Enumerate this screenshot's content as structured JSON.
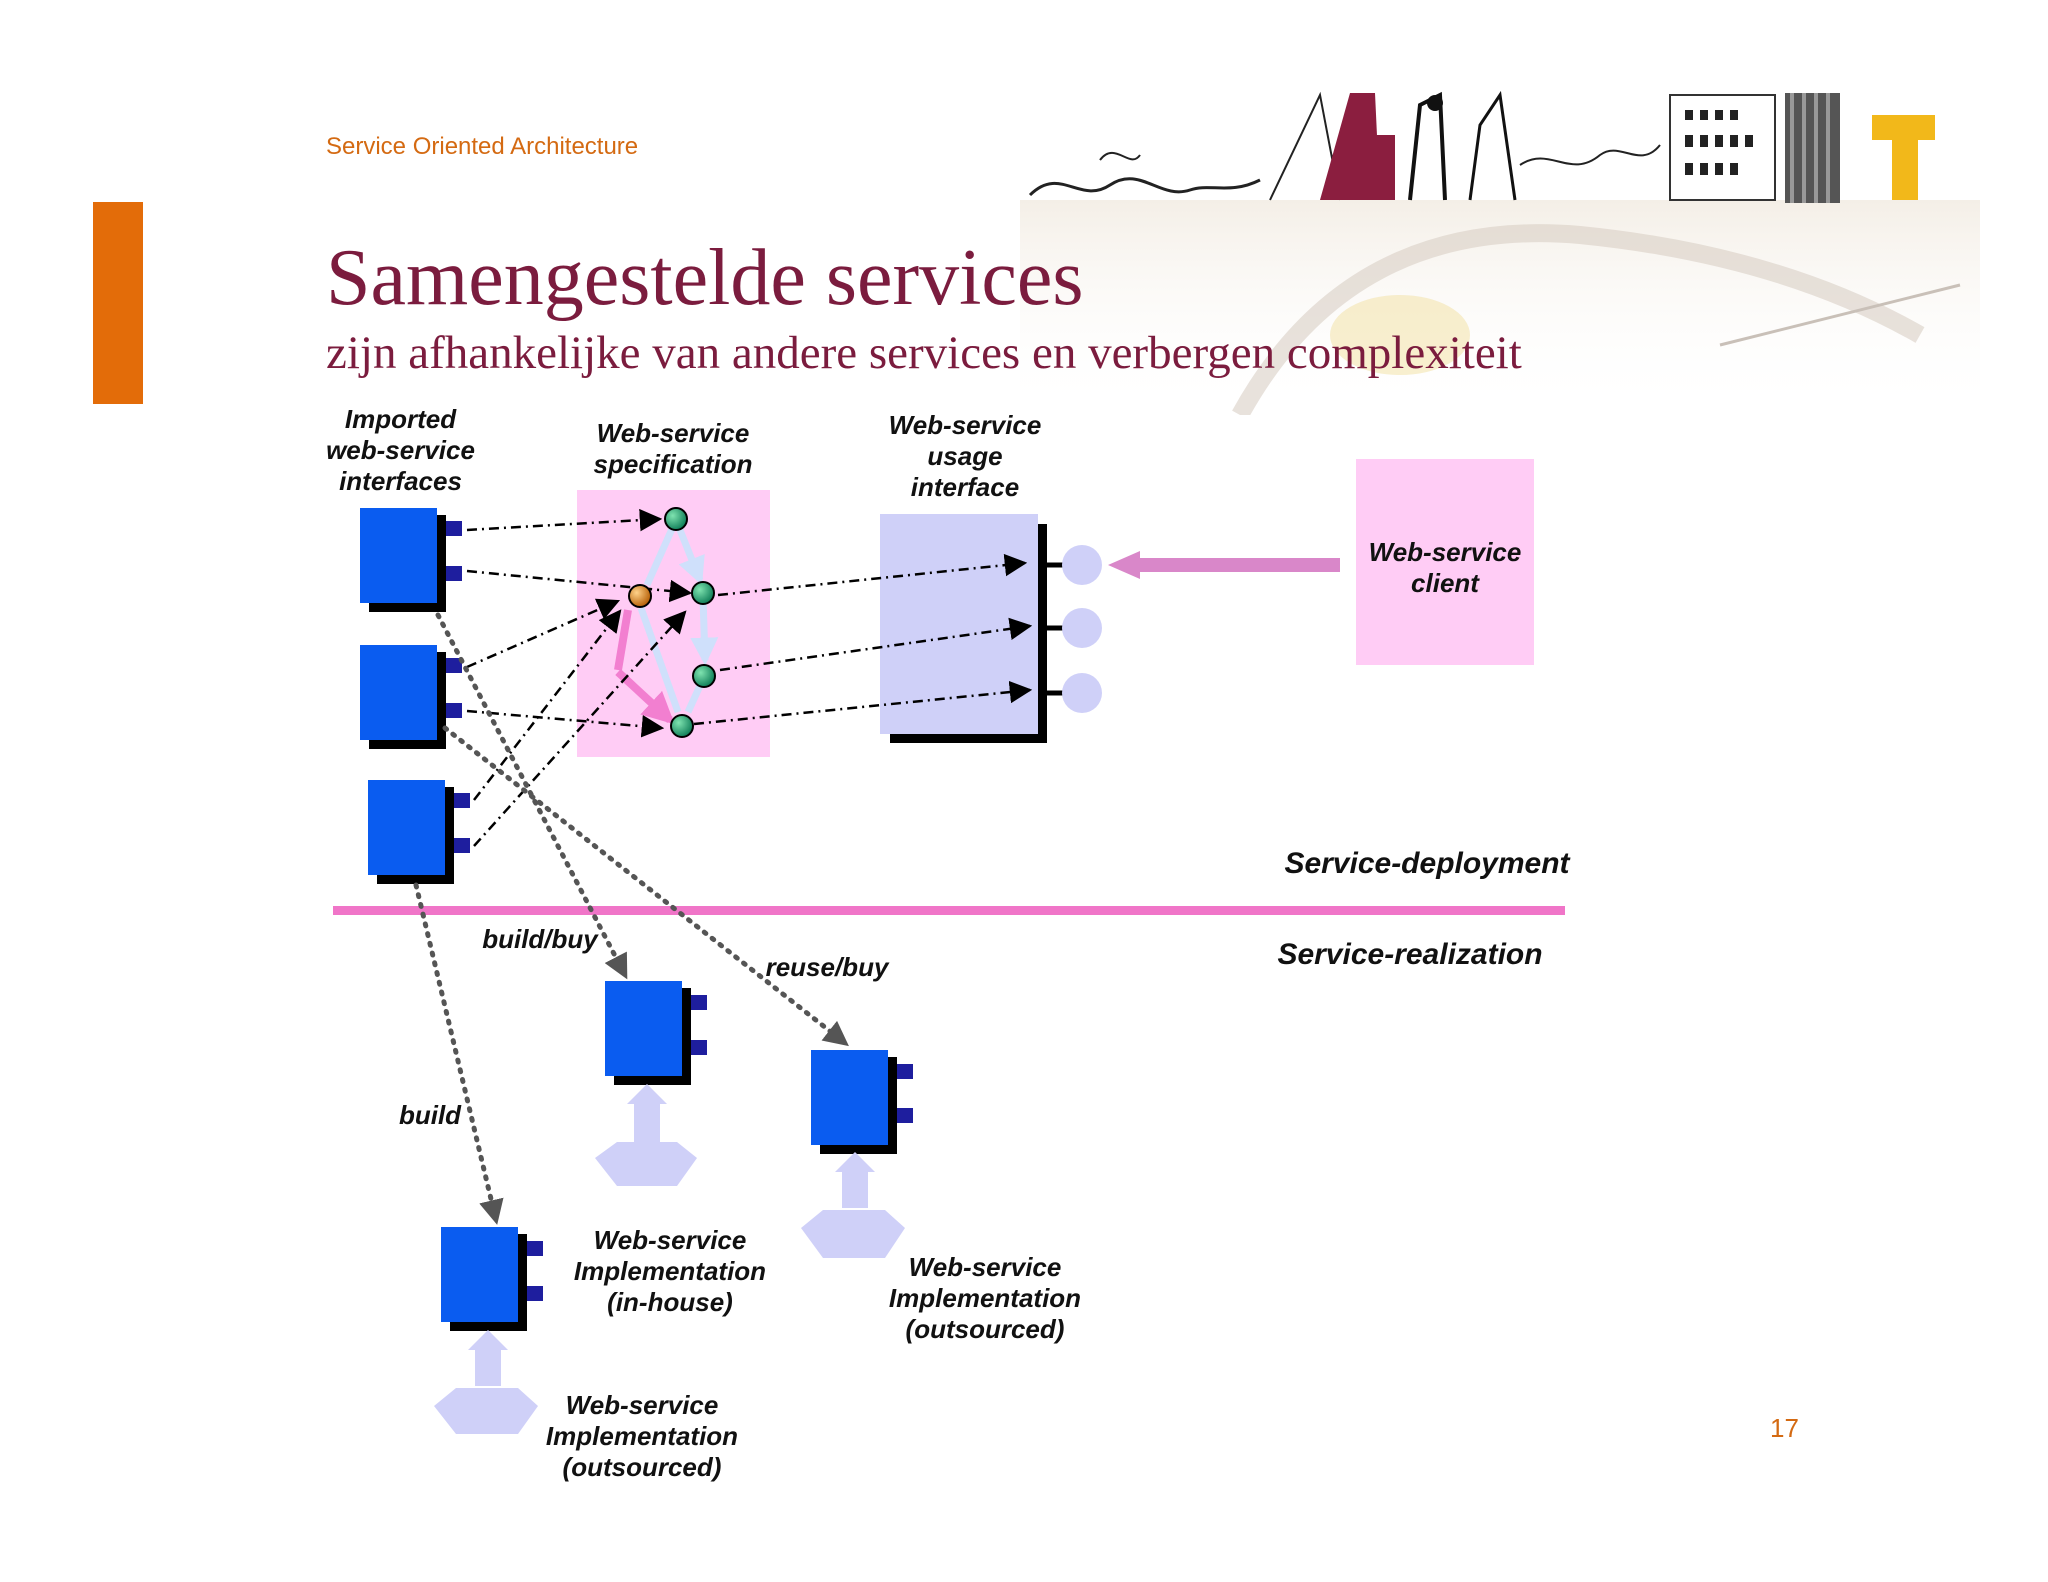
{
  "header": {
    "course": "Service Oriented Architecture"
  },
  "slide": {
    "title": "Samengestelde services",
    "subtitle": "zijn afhankelijke van andere services en verbergen complexiteit",
    "page_number": "17"
  },
  "diagram": {
    "imported_interfaces_label": "Imported\nweb-service\ninterfaces",
    "specification_label": "Web-service\nspecification",
    "usage_interface_label": "Web-service\nusage\ninterface",
    "client_label": "Web-service\nclient",
    "deployment_label": "Service-deployment",
    "realization_label": "Service-realization",
    "build_buy_label": "build/buy",
    "reuse_buy_label": "reuse/buy",
    "build_label": "build",
    "impl_inhouse_label": "Web-service\nImplementation\n(in-house)",
    "impl_outsourced_label": "Web-service\nImplementation\n(outsourced)",
    "impl_outsourced2_label": "Web-service\nImplementation\n(outsourced)"
  },
  "colors": {
    "component_blue": "#0a5cf0",
    "spec_pink": "#ffccf5",
    "usage_lavender": "#cfd0f8",
    "divider_pink": "#f075c8",
    "title_maroon": "#7b1c3e",
    "accent_orange": "#e36c09"
  }
}
